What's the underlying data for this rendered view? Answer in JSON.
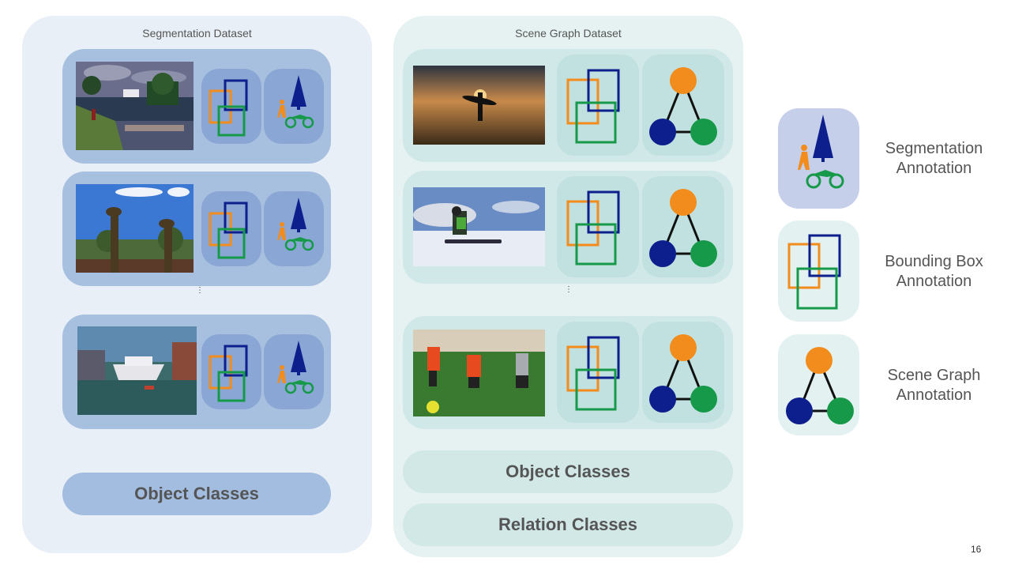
{
  "colors": {
    "orange": "#f28c1c",
    "navy": "#0c1f8c",
    "green": "#169a4a",
    "edge": "#111111"
  },
  "segmentation_dataset": {
    "title": "Segmentation Dataset",
    "rows": [
      {
        "image": "lake with boats and people photo",
        "bbox_icon": "bounding-box-icon",
        "seg_icon": "segmentation-icon"
      },
      {
        "image": "two giraffes photo",
        "bbox_icon": "bounding-box-icon",
        "seg_icon": "segmentation-icon"
      },
      {
        "image": "harbor with yacht photo",
        "bbox_icon": "bounding-box-icon",
        "seg_icon": "segmentation-icon"
      }
    ],
    "ellipsis": "⋮",
    "classes": [
      "Object Classes"
    ]
  },
  "scene_graph_dataset": {
    "title": "Scene Graph Dataset",
    "rows": [
      {
        "image": "surfer silhouette at sunset photo",
        "bbox_icon": "bounding-box-icon",
        "graph_icon": "scene-graph-icon"
      },
      {
        "image": "snowkiter photo",
        "bbox_icon": "bounding-box-icon",
        "graph_icon": "scene-graph-icon"
      },
      {
        "image": "kids playing soccer photo",
        "bbox_icon": "bounding-box-icon",
        "graph_icon": "scene-graph-icon"
      }
    ],
    "ellipsis": "⋮",
    "classes": [
      "Object Classes",
      "Relation Classes"
    ]
  },
  "legend": [
    {
      "label_line1": "Segmentation",
      "label_line2": "Annotation",
      "icon": "segmentation-icon"
    },
    {
      "label_line1": "Bounding Box",
      "label_line2": "Annotation",
      "icon": "bounding-box-icon"
    },
    {
      "label_line1": "Scene Graph",
      "label_line2": "Annotation",
      "icon": "scene-graph-icon"
    }
  ],
  "page_number": "16"
}
